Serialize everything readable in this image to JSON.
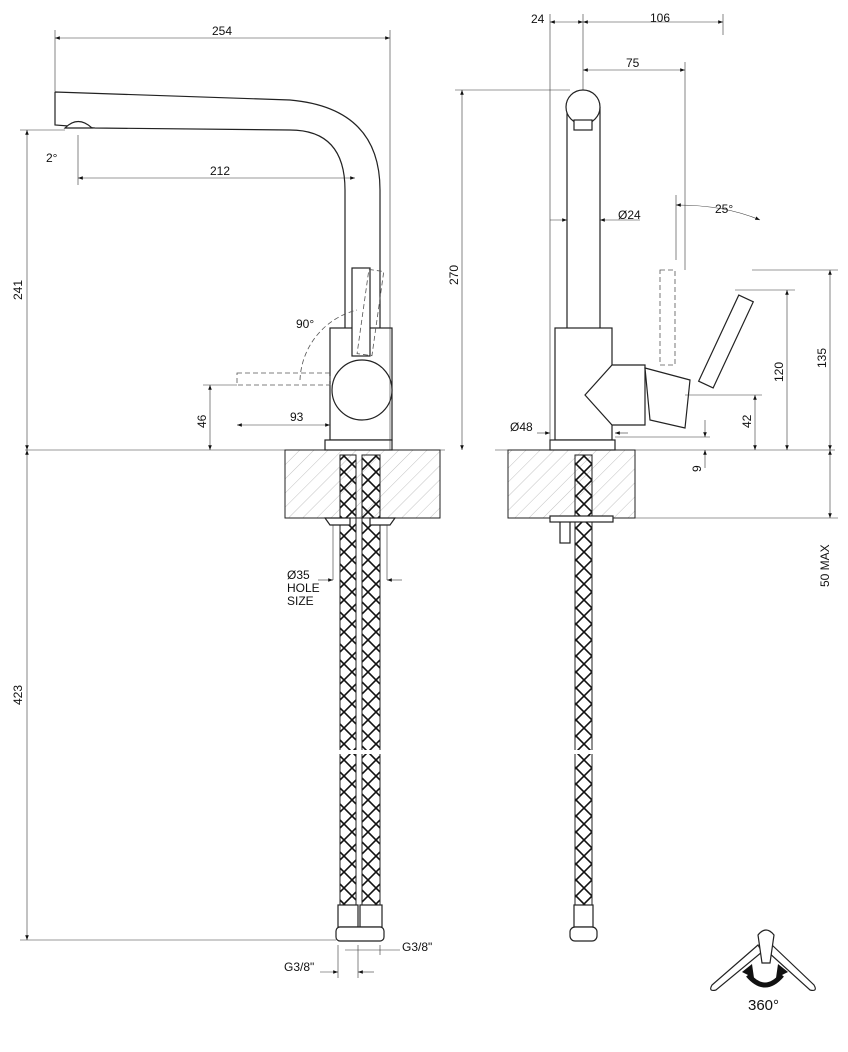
{
  "side_view": {
    "dim_overall_reach": "254",
    "dim_spout_reach": "212",
    "dim_spout_angle": "2°",
    "dim_spout_height": "241",
    "dim_lever_rotation": "90°",
    "dim_lever_height": "46",
    "dim_lever_reach": "93",
    "dim_hose_length": "423",
    "hole_size_dia": "Ø35",
    "hole_size_label_1": "HOLE",
    "hole_size_label_2": "SIZE",
    "connection_left": "G3/8\"",
    "connection_right": "G3/8\""
  },
  "front_view": {
    "dim_offset": "24",
    "dim_depth": "106",
    "dim_lever_offset": "75",
    "dim_spout_dia": "Ø24",
    "dim_lever_angle": "25°",
    "dim_total_height": "270",
    "dim_lever_height_1": "120",
    "dim_lever_height_2": "135",
    "dim_cartridge_height": "42",
    "dim_base_dia": "Ø48",
    "dim_base_height": "9",
    "dim_max_counter": "50 MAX"
  },
  "rotation_icon": {
    "label": "360°"
  }
}
